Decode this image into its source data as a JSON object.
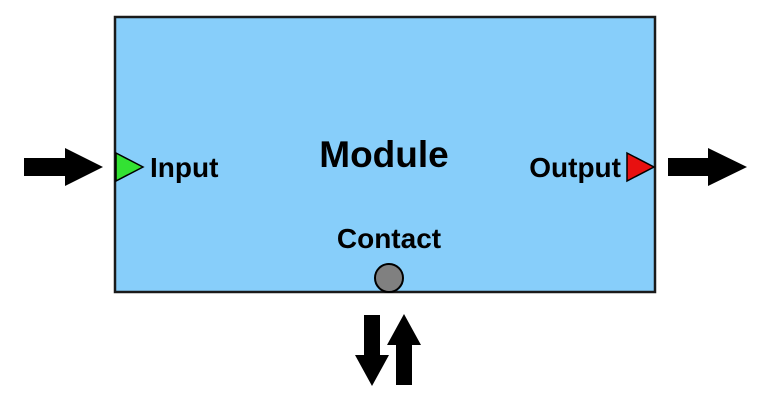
{
  "module": {
    "title": "Module",
    "fill_color": "#87cefa",
    "border_color": "#1a1a1a"
  },
  "ports": {
    "input": {
      "label": "Input",
      "marker_color": "#33e233"
    },
    "output": {
      "label": "Output",
      "marker_color": "#e81010"
    },
    "contact": {
      "label": "Contact",
      "marker_color": "#808080"
    }
  },
  "arrows": {
    "color": "#000000",
    "input": "arrow-right",
    "output": "arrow-right",
    "contact": "arrows-up-down"
  }
}
